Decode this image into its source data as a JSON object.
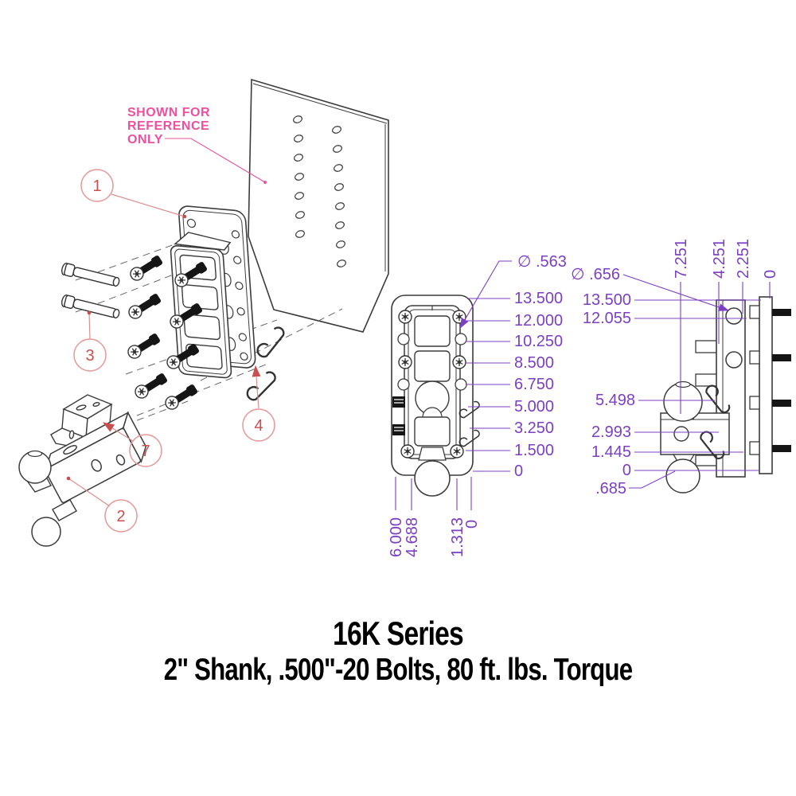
{
  "note": {
    "line1": "SHOWN FOR",
    "line2": "REFERENCE",
    "line3": "ONLY"
  },
  "callouts": {
    "c1": "1",
    "c2": "2",
    "c3": "3",
    "c4": "4",
    "c7": "7"
  },
  "front_view": {
    "diameter": "∅ .563",
    "right_dims": [
      "13.500",
      "12.000",
      "10.250",
      "8.500",
      "6.750",
      "5.000",
      "3.250",
      "1.500",
      "0"
    ],
    "bottom_dims": [
      "6.000",
      "4.688",
      "1.313",
      "0"
    ]
  },
  "side_view": {
    "diameter": "∅ .656",
    "top_dims": [
      "7.251",
      "4.251",
      "2.251",
      "0"
    ],
    "left_dims": [
      "13.500",
      "12.055",
      "5.498",
      "2.993",
      "1.445",
      "0",
      ".685"
    ]
  },
  "footer": {
    "title": "16K Series",
    "subtitle": "2\" Shank,  .500\"-20 Bolts,  80 ft. lbs. Torque"
  },
  "colors": {
    "dimension_purple": "#7b3fc4",
    "note_pink": "#ee4f9e",
    "callout_red": "#c94f4f",
    "callout_line": "#dc8f8f",
    "drawing_line": "#3b3b3b"
  }
}
